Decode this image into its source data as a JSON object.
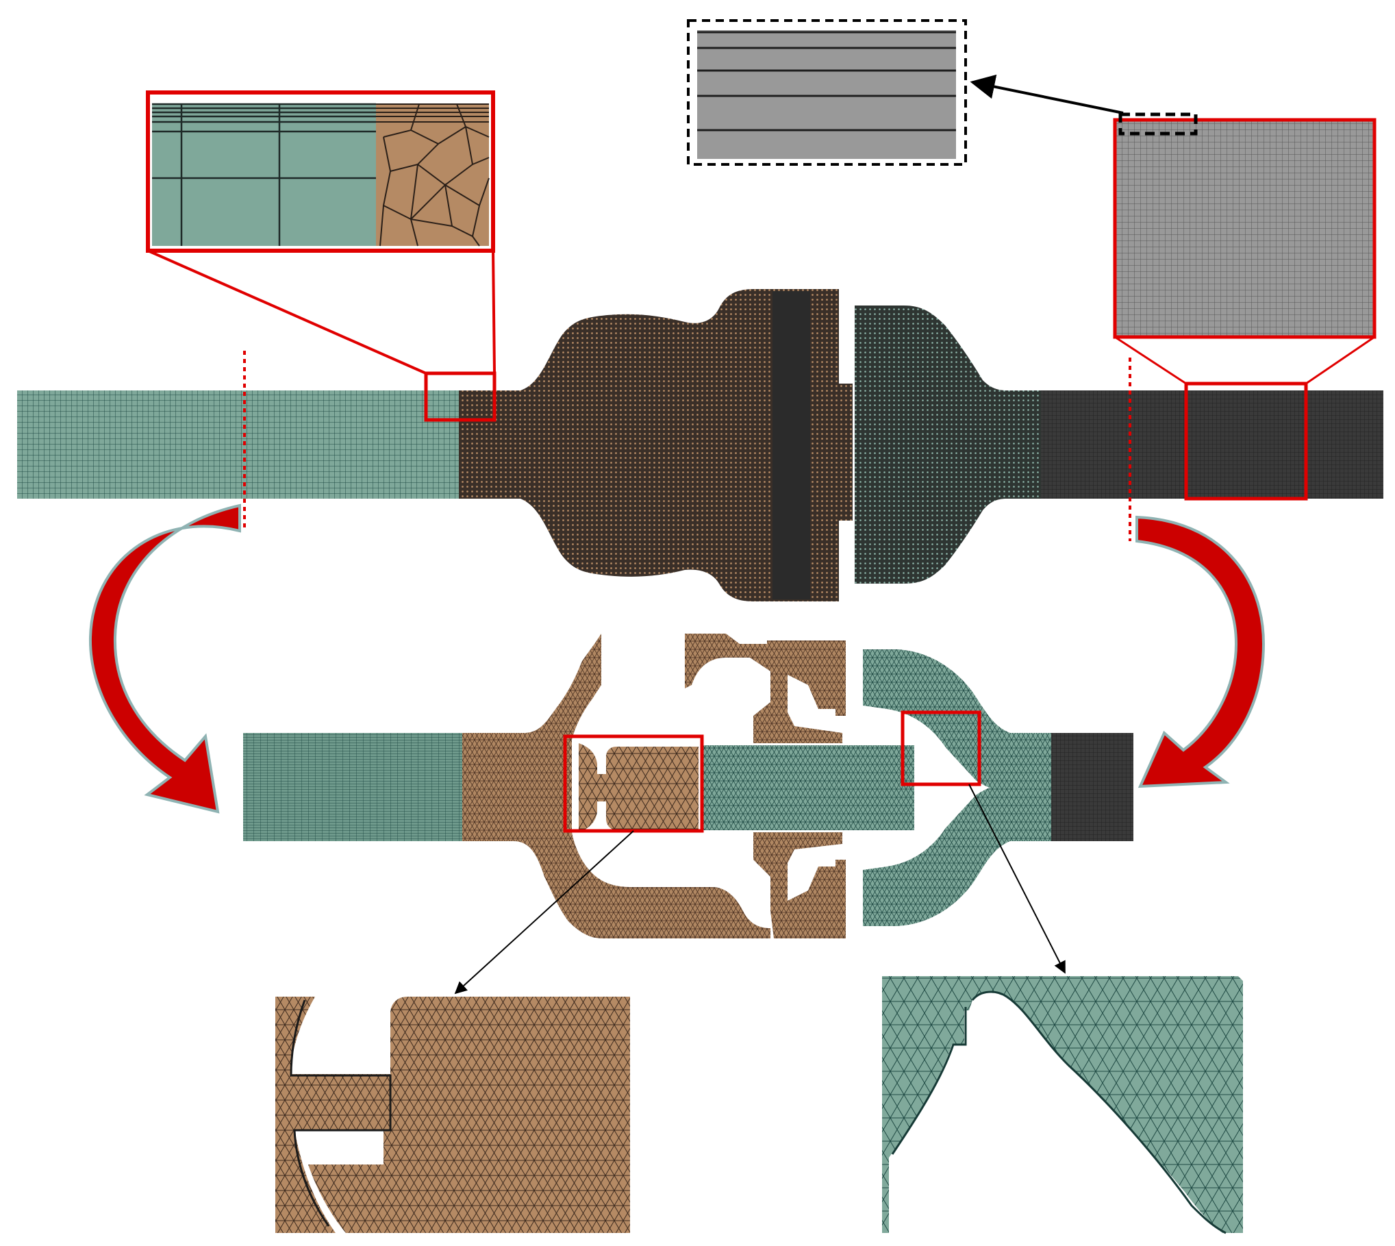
{
  "figure": {
    "text": [],
    "colors": {
      "background": "#ffffff",
      "mesh_teal": "#7fa89a",
      "mesh_teal_dark": "#1f4a44",
      "mesh_copper": "#b08762",
      "mesh_copper_dark": "#4a3122",
      "mesh_gray": "#8c8c8c",
      "mesh_dark": "#2b2b2b",
      "highlight_red": "#e00000",
      "arrow_red": "#cc0000",
      "arrow_outline": "#8fb3b3",
      "leader_black": "#000000"
    },
    "panels": [
      {
        "name": "pipe-assembly-mesh-overview"
      },
      {
        "name": "valve-cross-section-mesh"
      },
      {
        "name": "inlet-structured-unstructured-interface-zoom"
      },
      {
        "name": "outlet-structured-mesh-zoom"
      },
      {
        "name": "boundary-layer-detail-zoom"
      },
      {
        "name": "disc-tetra-mesh-zoom"
      },
      {
        "name": "seat-tetra-mesh-zoom"
      }
    ],
    "icons": {
      "curved_arrow_left": "curved-arrow-icon",
      "curved_arrow_right": "curved-arrow-icon",
      "leader_arrow": "arrow-icon"
    }
  }
}
